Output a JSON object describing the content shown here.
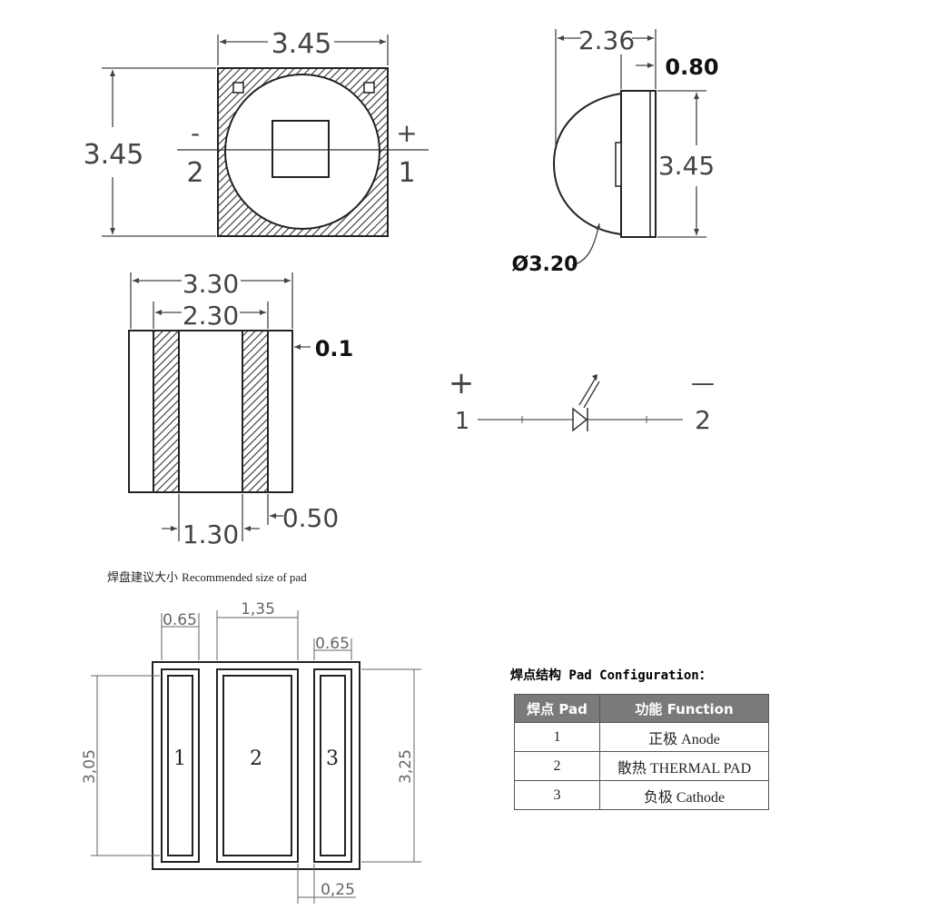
{
  "top_view": {
    "width_dim": "3.45",
    "height_dim": "3.45",
    "minus_sign": "-",
    "minus_pin": "2",
    "plus_sign": "+",
    "plus_pin": "1"
  },
  "side_view": {
    "total_depth_dim": "2.36",
    "base_thickness_dim": "0.80",
    "height_dim": "3.45",
    "lens_diameter_dim": "Ø3.20"
  },
  "bottom_view": {
    "outer_width_dim": "3.30",
    "inner_width_dim": "2.30",
    "edge_gap_dim": "0.1",
    "center_gap_dim": "1.30",
    "pad_width_dim": "0.50"
  },
  "schematic": {
    "plus_sign": "+",
    "plus_pin": "1",
    "minus_sign": "—",
    "minus_pin": "2"
  },
  "pad_layout": {
    "caption_cn": "焊盘建议大小",
    "caption_en": "Recommended size of pad",
    "left_pad_width_dim": "0.65",
    "center_pad_width_dim": "1,35",
    "right_pad_width_dim": "0.65",
    "left_height_dim": "3,05",
    "right_height_dim": "3,25",
    "gap_dim": "0,25",
    "pad_labels": [
      "1",
      "2",
      "3"
    ]
  },
  "pad_config": {
    "title": "焊点结构 Pad Configuration：",
    "headers": [
      "焊点 Pad",
      "功能 Function"
    ],
    "rows": [
      {
        "pad": "1",
        "function": "正极 Anode"
      },
      {
        "pad": "2",
        "function": "散热 THERMAL PAD"
      },
      {
        "pad": "3",
        "function": "负极 Cathode"
      }
    ]
  }
}
